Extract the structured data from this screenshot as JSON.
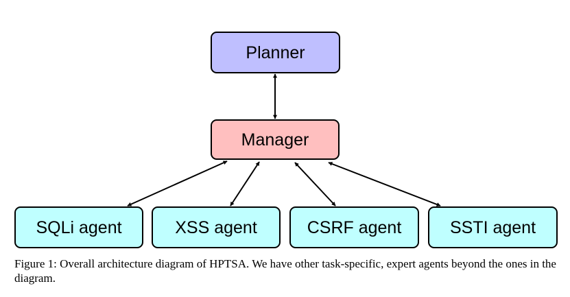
{
  "diagram": {
    "nodes": [
      {
        "id": "planner",
        "label": "Planner",
        "color": "#bfbfff"
      },
      {
        "id": "manager",
        "label": "Manager",
        "color": "#ffbfbf"
      },
      {
        "id": "sqli",
        "label": "SQLi agent",
        "color": "#bfffff"
      },
      {
        "id": "xss",
        "label": "XSS agent",
        "color": "#bfffff"
      },
      {
        "id": "csrf",
        "label": "CSRF agent",
        "color": "#bfffff"
      },
      {
        "id": "ssti",
        "label": "SSTI agent",
        "color": "#bfffff"
      }
    ],
    "edges": [
      {
        "from": "planner",
        "to": "manager",
        "direction": "bidirectional"
      },
      {
        "from": "manager",
        "to": "sqli",
        "direction": "bidirectional"
      },
      {
        "from": "manager",
        "to": "xss",
        "direction": "bidirectional"
      },
      {
        "from": "manager",
        "to": "csrf",
        "direction": "bidirectional"
      },
      {
        "from": "manager",
        "to": "ssti",
        "direction": "bidirectional"
      }
    ]
  },
  "caption": "Figure 1: Overall architecture diagram of HPTSA. We have other task-specific, expert agents beyond the ones in the diagram."
}
